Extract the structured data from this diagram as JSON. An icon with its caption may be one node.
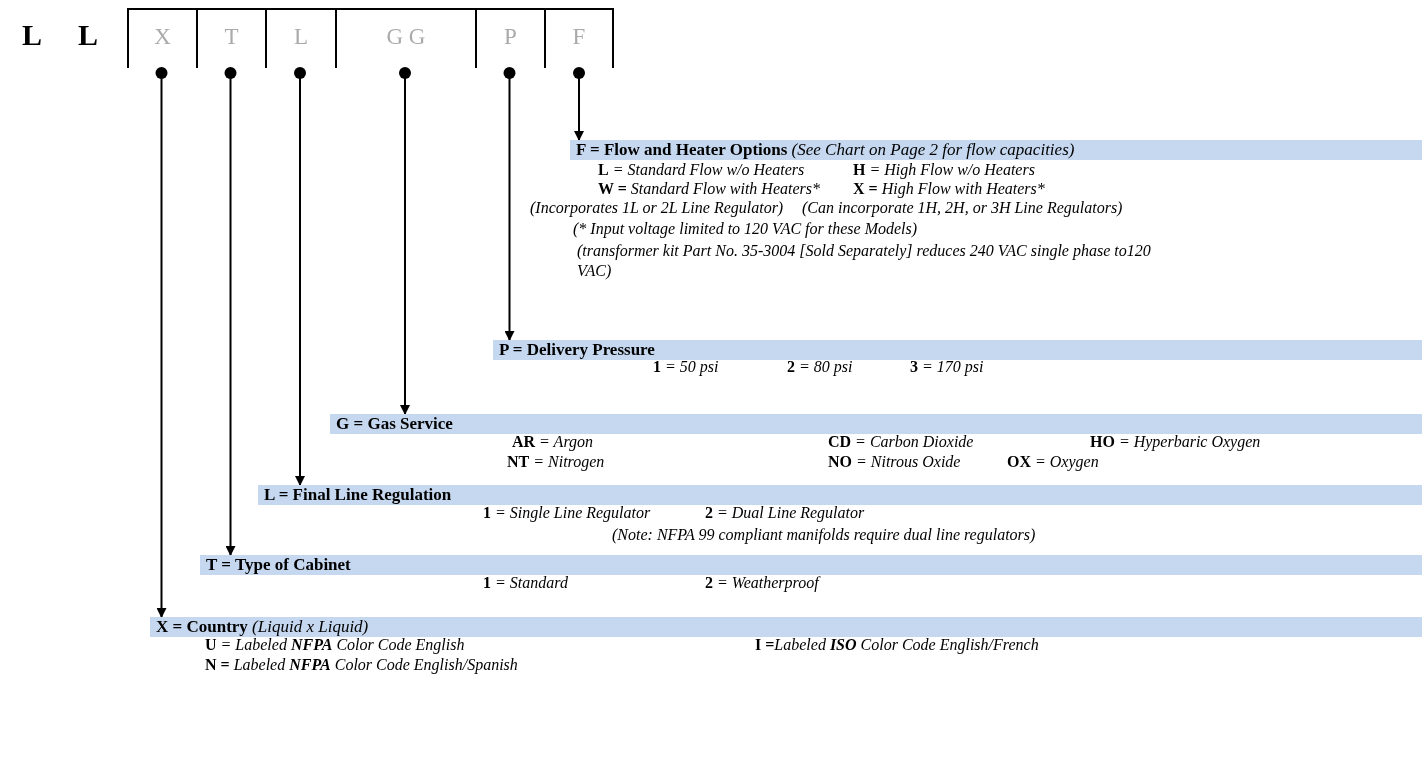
{
  "diagram": {
    "nodes": [
      {
        "text": [
          "X"
        ]
      },
      {
        "text": [
          "T"
        ]
      },
      {
        "text": [
          "L"
        ]
      },
      {
        "text": [
          "G G"
        ]
      },
      {
        "text": [
          "P"
        ]
      },
      {
        "text": [
          "F"
        ]
      },
      {
        "text": [
          "**F = Flow and Heater Options** *(See Chart on Page 2 for flow capacities)*"
        ],
        "beside": [
          "**L** = Standard Flow w/o Heaters",
          "**H** = High Flow w/o Heaters",
          "**W =** Standard Flow with Heaters*",
          "**X =** High Flow with Heaters*",
          "(Incorporates 1L or 2L Line Regulator)",
          "(Can incorporate 1H, 2H, or 3H Line Regulators)",
          "(* Input voltage limited to 120 VAC for these Models)",
          "(transformer kit Part No. 35-3004 [Sold Separately] reduces 240 VAC single phase to120 VAC)"
        ]
      },
      {
        "text": [
          "P = Delivery Pressure"
        ],
        "beside": [
          "**1** = 50 psi",
          "**2** = 80 psi",
          "**3** = 170 psi"
        ]
      },
      {
        "text": [
          "G = Gas Service"
        ],
        "beside": [
          "**AR** = Argon",
          "**CD** = Carbon Dioxide",
          "**HO** = Hyperbaric Oxygen",
          "**NT** = Nitrogen",
          "**NO** = Nitrous Oxide",
          "**OX** = Oxygen"
        ]
      },
      {
        "text": [
          "L = Final Line Regulation"
        ],
        "beside": [
          "**1** = Single Line Regulator",
          "**2** = Dual Line Regulator",
          "(Note: NFPA 99 compliant manifolds require dual line regulators)"
        ]
      },
      {
        "text": [
          "T = Type of Cabinet"
        ],
        "beside": [
          "**1** = Standard",
          "**2** = Weatherproof"
        ]
      },
      {
        "text": [
          "**X = Country** *(Liquid x Liquid)*"
        ],
        "beside": [
          "**U** = Labeled **NFPA** Color Code English",
          "**I =**Labeled **ISO** Color Code English/French",
          "**N =** Labeled **NFPA** Color Code English/Spanish"
        ]
      }
    ],
    "edges": [
      {
        "from": 5,
        "to": 6,
        "arrow": "to"
      },
      {
        "from": 4,
        "to": 7,
        "arrow": "to"
      },
      {
        "from": 3,
        "to": 8,
        "arrow": "to"
      },
      {
        "from": 2,
        "to": 9,
        "arrow": "to"
      },
      {
        "from": 1,
        "to": 10,
        "arrow": "to"
      },
      {
        "from": 0,
        "to": 11,
        "arrow": "to"
      }
    ],
    "labels": [
      "L",
      "L"
    ]
  }
}
